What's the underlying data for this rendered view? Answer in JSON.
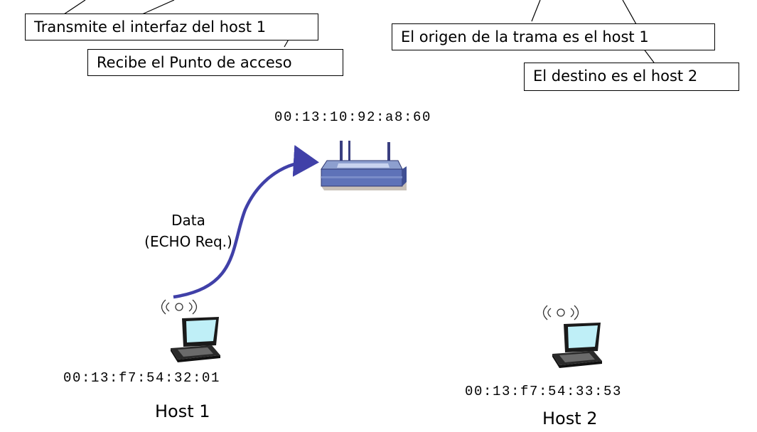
{
  "callouts": {
    "transmit": "Transmite el interfaz del host 1",
    "receive": "Recibe el Punto de acceso",
    "source": "El origen de la trama es el host 1",
    "destination": "El destino es el host 2"
  },
  "access_point": {
    "mac": "00:13:10:92:a8:60",
    "icon": "wireless-access-point-icon"
  },
  "frame": {
    "line1": "Data",
    "line2": "(ECHO Req.)",
    "arrow_color": "#4040a8"
  },
  "hosts": [
    {
      "label": "Host 1",
      "mac": "00:13:f7:54:32:01",
      "icon": "wireless-laptop-icon"
    },
    {
      "label": "Host 2",
      "mac": "00:13:f7:54:33:53",
      "icon": "wireless-laptop-icon"
    }
  ]
}
